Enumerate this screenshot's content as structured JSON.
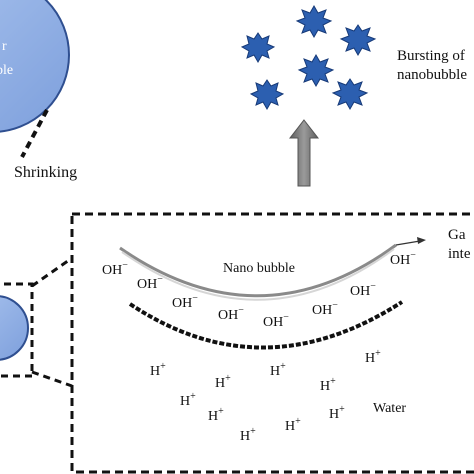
{
  "labels": {
    "bubble_top": "r",
    "bubble_mid": "ble",
    "shrinking": "Shrinking",
    "bursting_line1": "Bursting of",
    "bursting_line2": "nanobubble",
    "gas_line1": "Ga",
    "gas_line2": "inte",
    "nano_bubble": "Nano bubble",
    "water": "Water"
  },
  "ions": {
    "hydroxide": "OH−",
    "proton": "H+"
  },
  "colors": {
    "bubble_fill": "#8fb0e6",
    "bubble_stroke": "#2f4f90",
    "star_fill": "#2c5fb0",
    "arrow_fill": "#7a7a7a",
    "dashed_line": "#111111"
  }
}
